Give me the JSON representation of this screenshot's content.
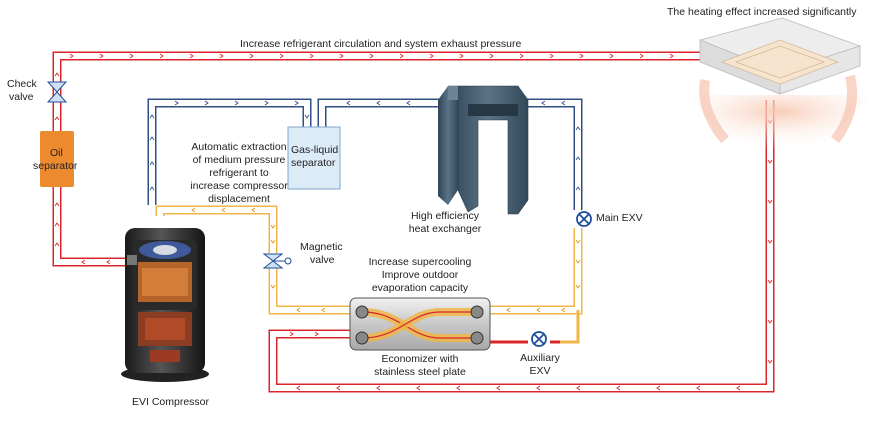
{
  "labels": {
    "top_pipe": "Increase refrigerant circulation and system exhaust pressure",
    "heating": "The heating effect increased significantly",
    "check_valve_l1": "Check",
    "check_valve_l2": "valve",
    "oil_l1": "Oil",
    "oil_l2": "separator",
    "auto_l1": "Automatic extraction",
    "auto_l2": "of medium pressure",
    "auto_l3": "refrigerant to",
    "auto_l4": "increase compressor",
    "auto_l5": "displacement",
    "gl_l1": "Gas-liquid",
    "gl_l2": "separator",
    "hx_l1": "High efficiency",
    "hx_l2": "heat exchanger",
    "main_exv": "Main EXV",
    "mag_l1": "Magnetic",
    "mag_l2": "valve",
    "sc_l1": "Increase supercooling",
    "sc_l2": "Improve outdoor",
    "sc_l3": "evaporation capacity",
    "eco_l1": "Economizer with",
    "eco_l2": "stainless steel plate",
    "aux_l1": "Auxiliary",
    "aux_l2": "EXV",
    "compressor": "EVI Compressor"
  },
  "colors": {
    "hot_pipe": "#d9262b",
    "cold_pipe": "#2f4f86",
    "medium_pipe": "#f0b646",
    "oil_separator": "#ec8a30",
    "heat_exchanger": "#3e5668",
    "valve": "#1f4e9a"
  },
  "icons": [
    "check-valve-icon",
    "magnetic-valve-icon",
    "main-exv-icon",
    "auxiliary-exv-icon",
    "compressor-icon",
    "ceiling-unit-icon"
  ]
}
